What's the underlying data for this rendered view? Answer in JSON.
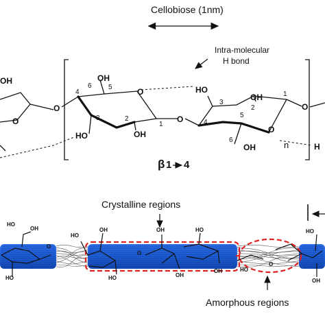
{
  "top": {
    "cellobiose_label": "Cellobiose (1nm)",
    "hbond_label_line1": "Intra-molecular",
    "hbond_label_line2": "H bond",
    "linkage_beta": "β",
    "linkage_1": "1",
    "linkage_4": "4",
    "repeat_n": "n",
    "ring_numbers": [
      "4",
      "6",
      "5",
      "3",
      "2",
      "1",
      "3",
      "2",
      "1",
      "4",
      "5",
      "6"
    ],
    "atom_OH": "OH",
    "atom_HO": "HO",
    "atom_O": "O",
    "atom_H": "H"
  },
  "bottom": {
    "crystalline_label": "Crystalline regions",
    "amorphous_label": "Amorphous regions",
    "atom_HO": "HO",
    "atom_OH": "OH",
    "atom_O": "O"
  },
  "colors": {
    "fibril_blue": "#1f5fd6",
    "fibril_dark": "#0b3a9c",
    "highlight_red": "#e02020",
    "line": "#111111"
  }
}
